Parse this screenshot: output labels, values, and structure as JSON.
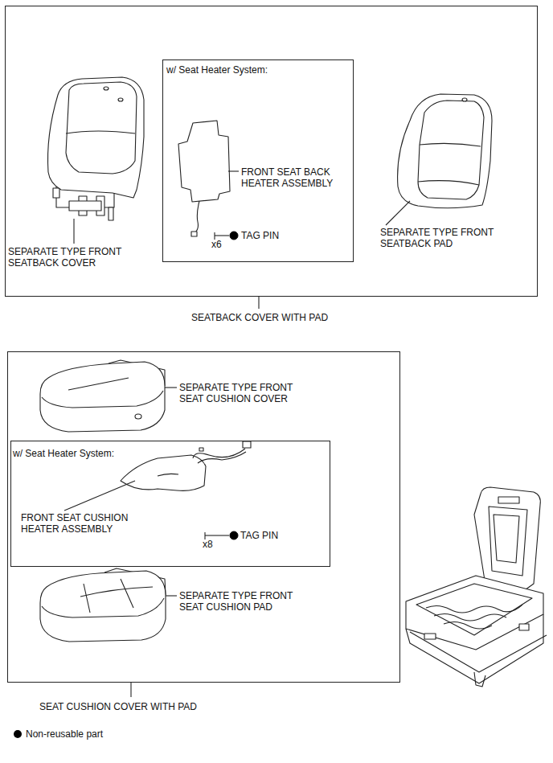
{
  "diagram": {
    "nodes": [
      {
        "text": [
          "SEATBACK COVER WITH PAD"
        ]
      },
      {
        "text": [
          "w/ Seat Heater System:"
        ],
        "in": 0
      },
      {
        "text": [
          "SEAT CUSHION COVER WITH PAD"
        ]
      },
      {
        "text": [
          "w/ Seat Heater System:"
        ],
        "in": 2
      }
    ],
    "labels": [
      "SEPARATE TYPE FRONT SEATBACK COVER",
      "FRONT SEAT BACK HEATER ASSEMBLY",
      "x6",
      "TAG PIN",
      "SEPARATE TYPE FRONT SEATBACK PAD",
      "SEPARATE TYPE FRONT SEAT CUSHION COVER",
      "FRONT SEAT CUSHION HEATER ASSEMBLY",
      "x8",
      "TAG PIN",
      "SEPARATE TYPE FRONT SEAT CUSHION PAD"
    ],
    "legend": [
      {
        "text": "Non-reusable part"
      }
    ]
  }
}
